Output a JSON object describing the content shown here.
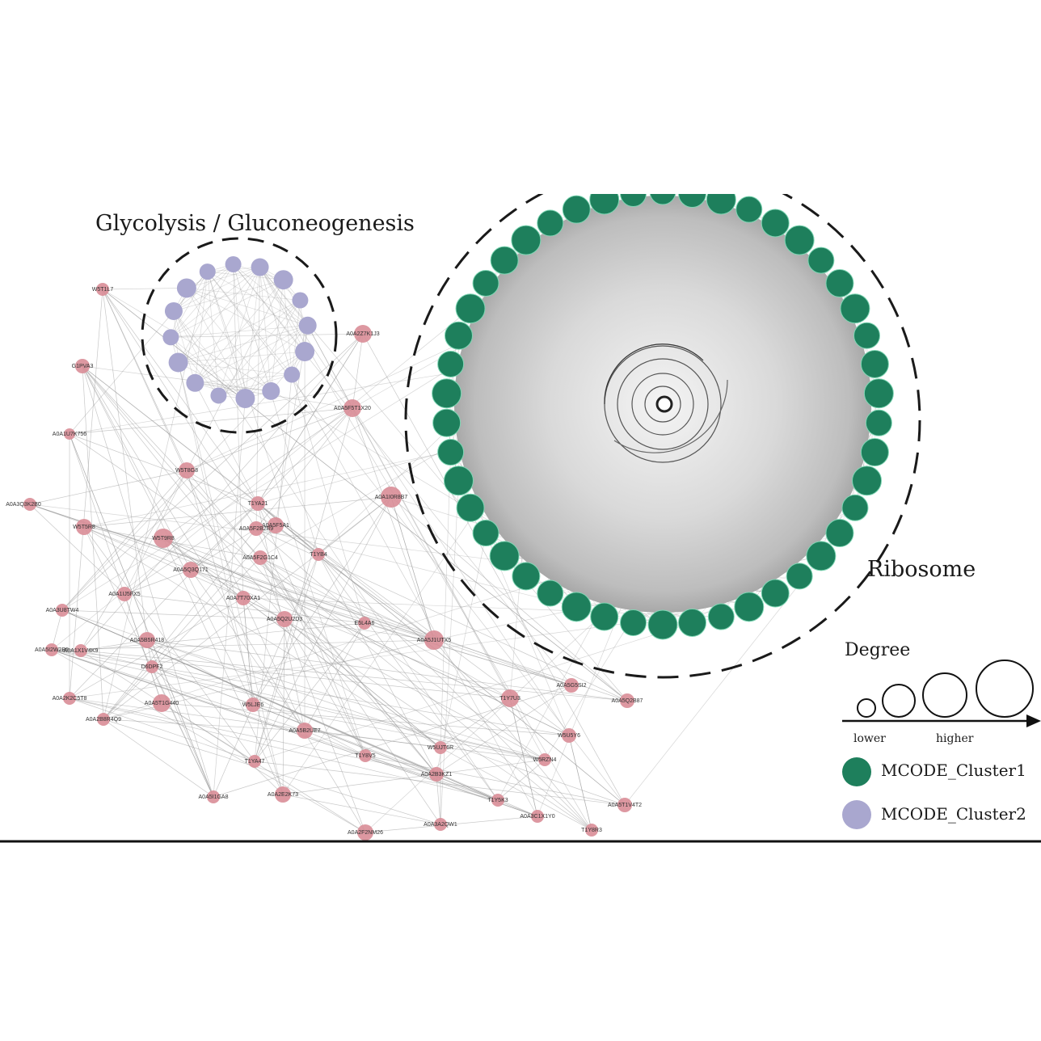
{
  "titles": {
    "glycolysis": "Glycolysis / Gluconeogenesis",
    "ribosome": "Ribosome"
  },
  "legend": {
    "title": "Degree",
    "lower": "lower",
    "higher": "higher",
    "cluster1": "MCODE_Cluster1",
    "cluster2": "MCODE_Cluster2"
  },
  "colors": {
    "cluster1": "#1e7f5c",
    "cluster2": "#a9a7cf",
    "other": "#d98d97",
    "edge": "#9a9a9a"
  },
  "nodes": [
    {
      "label": "W5T1L7"
    },
    {
      "label": "G1PVA3"
    },
    {
      "label": "A0A1U7K756"
    },
    {
      "label": "A0A3Q3K2B0"
    },
    {
      "label": "W5T5R8"
    },
    {
      "label": "W5T8G8"
    },
    {
      "label": "A0A2Z7K1J3"
    },
    {
      "label": "A0A5F5T1X20"
    },
    {
      "label": "A0A1I0R8B7"
    },
    {
      "label": "A0A5F5A1"
    },
    {
      "label": "W5T9R8"
    },
    {
      "label": "T1YA21"
    },
    {
      "label": "A0A5F2B2B9"
    },
    {
      "label": "A0A5F2G1C4"
    },
    {
      "label": "A0A5Q3Q171"
    },
    {
      "label": "T1YB4"
    },
    {
      "label": "A0A3U8TW4"
    },
    {
      "label": "A0A1IJ5FX5"
    },
    {
      "label": "A0A7T70XA1"
    },
    {
      "label": "A0A5Q2U2D3"
    },
    {
      "label": "E5L4A6"
    },
    {
      "label": "A0A5J1UTX5"
    },
    {
      "label": "A0A1X1V4K9"
    },
    {
      "label": "A0A5B5R418"
    },
    {
      "label": "D6DPF2"
    },
    {
      "label": "A0A5I2W2B5"
    },
    {
      "label": "A0A2K2C5T8"
    },
    {
      "label": "A0A5T1G440"
    },
    {
      "label": "A0A2B8R4Q9"
    },
    {
      "label": "W5LJE6"
    },
    {
      "label": "A0A5B2UE7"
    },
    {
      "label": "T1YA47"
    },
    {
      "label": "A0A5I1GA8"
    },
    {
      "label": "A0A2E2K73"
    },
    {
      "label": "A0A2F2NM26"
    },
    {
      "label": "T1Y8V5"
    },
    {
      "label": "W5UJT6R"
    },
    {
      "label": "A0A2B3KZ1"
    },
    {
      "label": "A0A3A2QW1"
    },
    {
      "label": "T1Y5K3"
    },
    {
      "label": "A0A3C1X1Y0"
    },
    {
      "label": "T1Y8R3"
    },
    {
      "label": "A0A5T1V4T2"
    },
    {
      "label": "W5RZN4"
    },
    {
      "label": "W5U5Y6"
    },
    {
      "label": "A0A5Q2B87"
    },
    {
      "label": "A0A5G5SI2"
    },
    {
      "label": "T1Y7U3"
    }
  ]
}
